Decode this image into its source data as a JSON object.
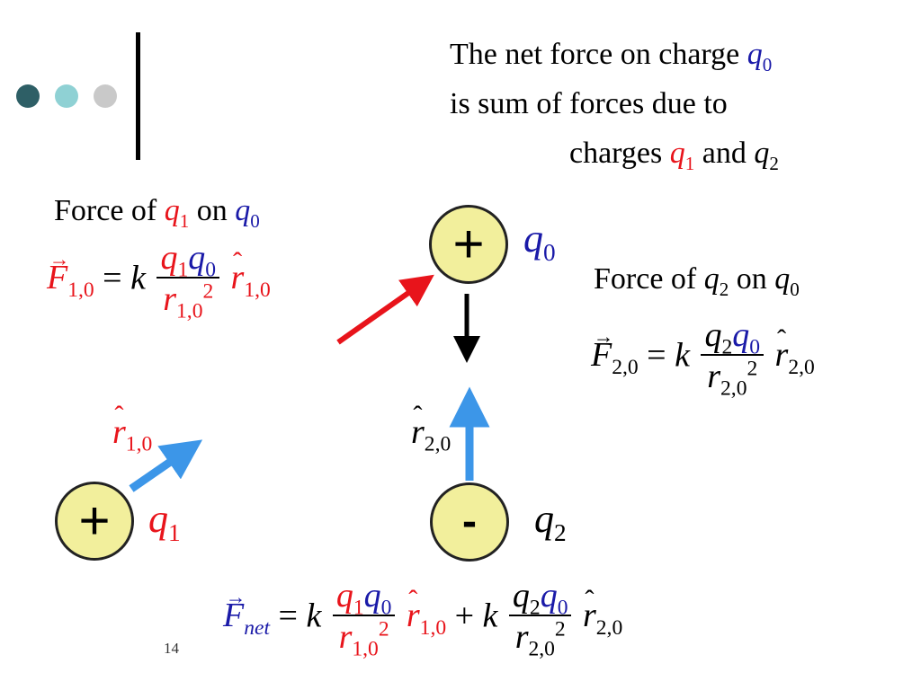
{
  "colors": {
    "dot1": "#2e5f66",
    "dot2": "#8fd1d4",
    "dot3": "#c9c9c9",
    "red": "#e8141b",
    "blue_text": "#1a1aa8",
    "blue_arrow": "#3c96e8",
    "charge_fill": "#f2ef9c"
  },
  "intro": {
    "line1": "The net force on charge",
    "line2": "is sum of forces due to",
    "line3a": "charges",
    "and": "and",
    "q": "q",
    "sub0": "0",
    "sub1": "1",
    "sub2": "2"
  },
  "force10": {
    "label_prefix": "Force of",
    "label_on": "on",
    "q": "q",
    "sub0": "0",
    "sub1": "1",
    "F": "F",
    "sub": "1,0",
    "eq": "=",
    "k": "k",
    "num_q": "q",
    "r": "r",
    "sup2": "2",
    "vec_arrow": "→",
    "hat": "ˆ"
  },
  "force20": {
    "label_prefix": "Force of",
    "label_on": "on",
    "q": "q",
    "sub0": "0",
    "sub2": "2",
    "F": "F",
    "sub": "2,0",
    "eq": "=",
    "k": "k",
    "r": "r",
    "sup2": "2",
    "vec_arrow": "→",
    "hat": "ˆ"
  },
  "net": {
    "F": "F",
    "sub": "net",
    "eq": "=",
    "k": "k",
    "plus": "+",
    "q": "q",
    "r": "r",
    "sub0": "0",
    "sub1": "1",
    "sub2": "2",
    "sub10": "1,0",
    "sub20": "2,0",
    "sup2": "2",
    "vec_arrow": "→",
    "hat": "ˆ"
  },
  "charges": {
    "q0": {
      "sign": "+",
      "q": "q",
      "sub": "0"
    },
    "q1": {
      "sign": "+",
      "q": "q",
      "sub": "1"
    },
    "q2": {
      "sign": "-",
      "q": "q",
      "sub": "2"
    }
  },
  "unit_vectors": {
    "r10": {
      "r": "r",
      "hat": "ˆ",
      "sub": "1,0"
    },
    "r20": {
      "r": "r",
      "hat": "ˆ",
      "sub": "2,0"
    }
  },
  "page_number": "14"
}
